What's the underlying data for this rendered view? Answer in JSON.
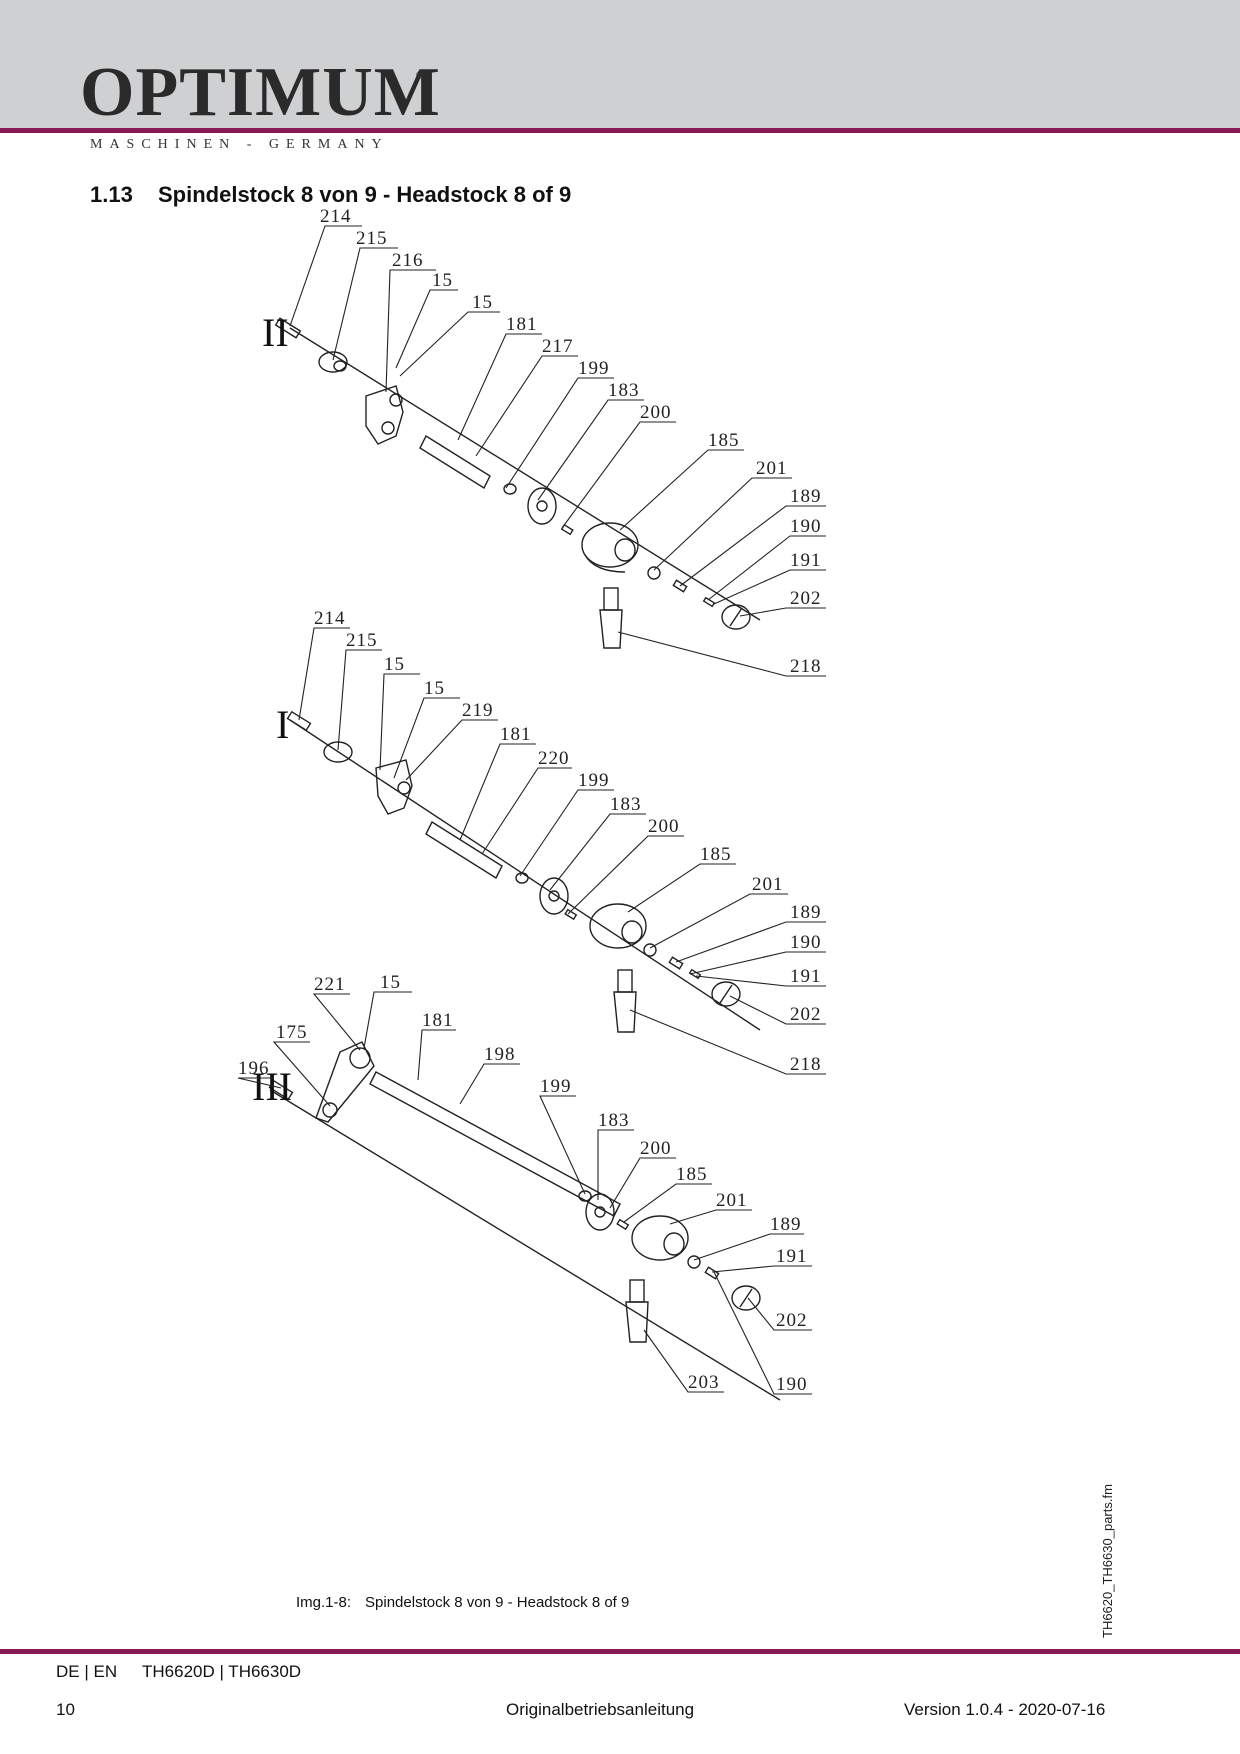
{
  "header": {
    "brand": "OPTIMUM",
    "registered": "®",
    "tagline": "MASCHINEN - GERMANY"
  },
  "section": {
    "number": "1.13",
    "title": "Spindelstock 8 von 9 - Headstock  8 of 9"
  },
  "diagram": {
    "assemblies": [
      {
        "roman": "II",
        "labels": [
          "214",
          "215",
          "216",
          "15",
          "15",
          "181",
          "217",
          "199",
          "183",
          "200",
          "185",
          "201",
          "189",
          "190",
          "191",
          "202",
          "218"
        ]
      },
      {
        "roman": "I",
        "labels": [
          "214",
          "215",
          "15",
          "15",
          "219",
          "181",
          "220",
          "199",
          "183",
          "200",
          "185",
          "201",
          "189",
          "190",
          "191",
          "202",
          "218"
        ]
      },
      {
        "roman": "III",
        "labels": [
          "221",
          "15",
          "175",
          "181",
          "196",
          "198",
          "199",
          "183",
          "200",
          "185",
          "201",
          "189",
          "191",
          "202",
          "203",
          "190"
        ]
      }
    ]
  },
  "caption": {
    "prefix": "Img.1-8:",
    "text": "Spindelstock 8 von 9 - Headstock  8 of 9"
  },
  "side_file": "TH6620_TH6630_parts.fm",
  "footer": {
    "languages": "DE | EN",
    "models": "TH6620D | TH6630D",
    "page": "10",
    "document": "Originalbetriebsanleitung",
    "version": "Version 1.0.4 - 2020-07-16"
  },
  "colors": {
    "accent_rule": "#8a1a55",
    "header_band": "#cfd0d2"
  }
}
